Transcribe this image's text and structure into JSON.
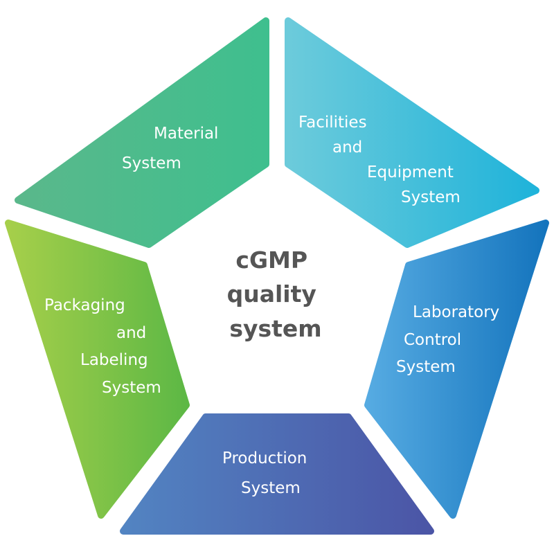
{
  "center": {
    "lines": [
      "cGMP",
      "quality",
      "system"
    ],
    "color": "#555555"
  },
  "segments": [
    {
      "id": "material",
      "lines": [
        "Material",
        "System"
      ],
      "gradient": [
        "#5ab88b",
        "#3fbf8e"
      ]
    },
    {
      "id": "facilities",
      "lines": [
        "Facilities",
        "and",
        "Equipment",
        "System"
      ],
      "gradient": [
        "#6ccbdb",
        "#1fb3da"
      ]
    },
    {
      "id": "laboratory",
      "lines": [
        "Laboratory",
        "Control",
        "System"
      ],
      "gradient": [
        "#56abe2",
        "#1474bd"
      ]
    },
    {
      "id": "production",
      "lines": [
        "Production",
        "System"
      ],
      "gradient": [
        "#5284c2",
        "#4b55a6"
      ]
    },
    {
      "id": "packaging",
      "lines": [
        "Packaging",
        "and",
        "Labeling",
        "System"
      ],
      "gradient": [
        "#a6cf4a",
        "#5db845"
      ]
    }
  ]
}
